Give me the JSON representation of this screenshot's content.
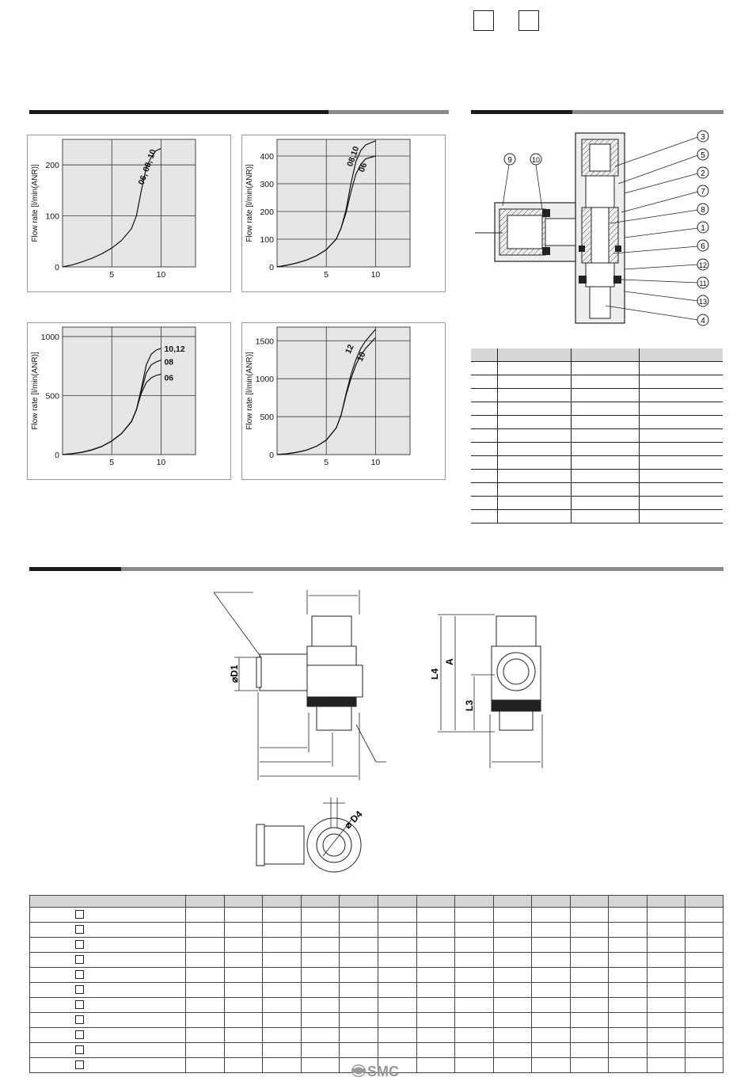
{
  "header": {
    "checkbox_count": 2
  },
  "sections": {
    "flow_characteristics_bar": true,
    "construction_bar": true,
    "dimensions_bar": true
  },
  "charts": [
    {
      "ylabel": "Flow rate [l/min(ANR)]",
      "x_ticks": [
        "5",
        "10"
      ],
      "y_ticks": [
        "0",
        "100",
        "200"
      ],
      "series_labels": [
        "06, 08, 10"
      ]
    },
    {
      "ylabel": "Flow rate [l/min(ANR)]",
      "x_ticks": [
        "5",
        "10"
      ],
      "y_ticks": [
        "0",
        "100",
        "200",
        "300",
        "400"
      ],
      "series_labels": [
        "08,10",
        "06"
      ]
    },
    {
      "ylabel": "Flow rate [l/min(ANR)]",
      "x_ticks": [
        "5",
        "10"
      ],
      "y_ticks": [
        "0",
        "500",
        "1000"
      ],
      "series_labels": [
        "10,12",
        "08",
        "06"
      ]
    },
    {
      "ylabel": "Flow rate [l/min(ANR)]",
      "x_ticks": [
        "5",
        "10"
      ],
      "y_ticks": [
        "0",
        "500",
        "1000",
        "1500"
      ],
      "series_labels": [
        "12",
        "10"
      ]
    }
  ],
  "chart_data": [
    {
      "type": "line",
      "ylabel": "Flow rate [l/min(ANR)]",
      "xlim": [
        0,
        13.5
      ],
      "ylim": [
        0,
        250
      ],
      "x_ticks": [
        5,
        10
      ],
      "y_ticks": [
        0,
        100,
        200
      ],
      "series": [
        {
          "name": "06, 08, 10",
          "x": [
            0,
            1,
            2,
            3,
            4,
            5,
            6,
            7,
            7.5,
            8,
            8.5,
            9,
            9.5,
            10
          ],
          "y": [
            0,
            4,
            10,
            17,
            26,
            37,
            52,
            75,
            100,
            150,
            195,
            215,
            228,
            232
          ]
        }
      ]
    },
    {
      "type": "line",
      "ylabel": "Flow rate [l/min(ANR)]",
      "xlim": [
        0,
        13.5
      ],
      "ylim": [
        0,
        460
      ],
      "x_ticks": [
        5,
        10
      ],
      "y_ticks": [
        0,
        100,
        200,
        300,
        400
      ],
      "series": [
        {
          "name": "08,10",
          "x": [
            0,
            1,
            2,
            3,
            4,
            5,
            6,
            6.5,
            7,
            7.5,
            8,
            8.5,
            9,
            10
          ],
          "y": [
            0,
            6,
            14,
            25,
            40,
            62,
            100,
            140,
            205,
            300,
            380,
            420,
            440,
            455
          ]
        },
        {
          "name": "06",
          "x": [
            0,
            1,
            2,
            3,
            4,
            5,
            6,
            6.5,
            7,
            7.5,
            8,
            8.5,
            9,
            10
          ],
          "y": [
            0,
            6,
            14,
            25,
            40,
            62,
            100,
            140,
            195,
            270,
            335,
            370,
            390,
            400
          ]
        }
      ]
    },
    {
      "type": "line",
      "ylabel": "Flow rate [l/min(ANR)]",
      "xlim": [
        0,
        13.5
      ],
      "ylim": [
        0,
        1080
      ],
      "x_ticks": [
        5,
        10
      ],
      "y_ticks": [
        0,
        500,
        1000
      ],
      "series": [
        {
          "name": "10,12",
          "x": [
            0,
            1,
            2,
            3,
            4,
            5,
            6,
            7,
            7.5,
            8,
            8.5,
            9,
            9.5,
            10
          ],
          "y": [
            0,
            8,
            20,
            40,
            70,
            115,
            180,
            280,
            380,
            560,
            760,
            850,
            885,
            900
          ]
        },
        {
          "name": "08",
          "x": [
            0,
            1,
            2,
            3,
            4,
            5,
            6,
            7,
            7.5,
            8,
            8.5,
            9,
            9.5,
            10
          ],
          "y": [
            0,
            8,
            20,
            40,
            70,
            115,
            180,
            280,
            380,
            540,
            690,
            760,
            785,
            800
          ]
        },
        {
          "name": "06",
          "x": [
            0,
            1,
            2,
            3,
            4,
            5,
            6,
            7,
            7.5,
            8,
            8.5,
            9,
            9.5,
            10
          ],
          "y": [
            0,
            8,
            20,
            40,
            70,
            115,
            180,
            280,
            380,
            520,
            610,
            650,
            670,
            680
          ]
        }
      ]
    },
    {
      "type": "line",
      "ylabel": "Flow rate [l/min(ANR)]",
      "xlim": [
        0,
        13.5
      ],
      "ylim": [
        0,
        1680
      ],
      "x_ticks": [
        5,
        10
      ],
      "y_ticks": [
        0,
        500,
        1000,
        1500
      ],
      "series": [
        {
          "name": "12",
          "x": [
            0,
            1,
            2,
            3,
            4,
            5,
            6,
            6.5,
            7,
            7.5,
            8,
            8.5,
            9,
            10
          ],
          "y": [
            0,
            10,
            30,
            60,
            110,
            190,
            350,
            520,
            800,
            1050,
            1250,
            1400,
            1500,
            1650
          ]
        },
        {
          "name": "10",
          "x": [
            0,
            1,
            2,
            3,
            4,
            5,
            6,
            6.5,
            7,
            7.5,
            8,
            8.5,
            9,
            10
          ],
          "y": [
            0,
            10,
            30,
            60,
            110,
            190,
            350,
            520,
            780,
            1000,
            1180,
            1310,
            1400,
            1540
          ]
        }
      ]
    }
  ],
  "construction": {
    "part_numbers": [
      "3",
      "5",
      "2",
      "7",
      "8",
      "1",
      "6",
      "12",
      "11",
      "13",
      "4"
    ],
    "left_part_numbers": [
      "9",
      "10"
    ],
    "table_rows": 13
  },
  "dimensions": {
    "labels": {
      "d1": "⌀D1",
      "a": "A",
      "l4": "L4",
      "l3": "L3",
      "d4": "⌀ D4"
    },
    "table_rows": 11
  },
  "logo": "SMC"
}
